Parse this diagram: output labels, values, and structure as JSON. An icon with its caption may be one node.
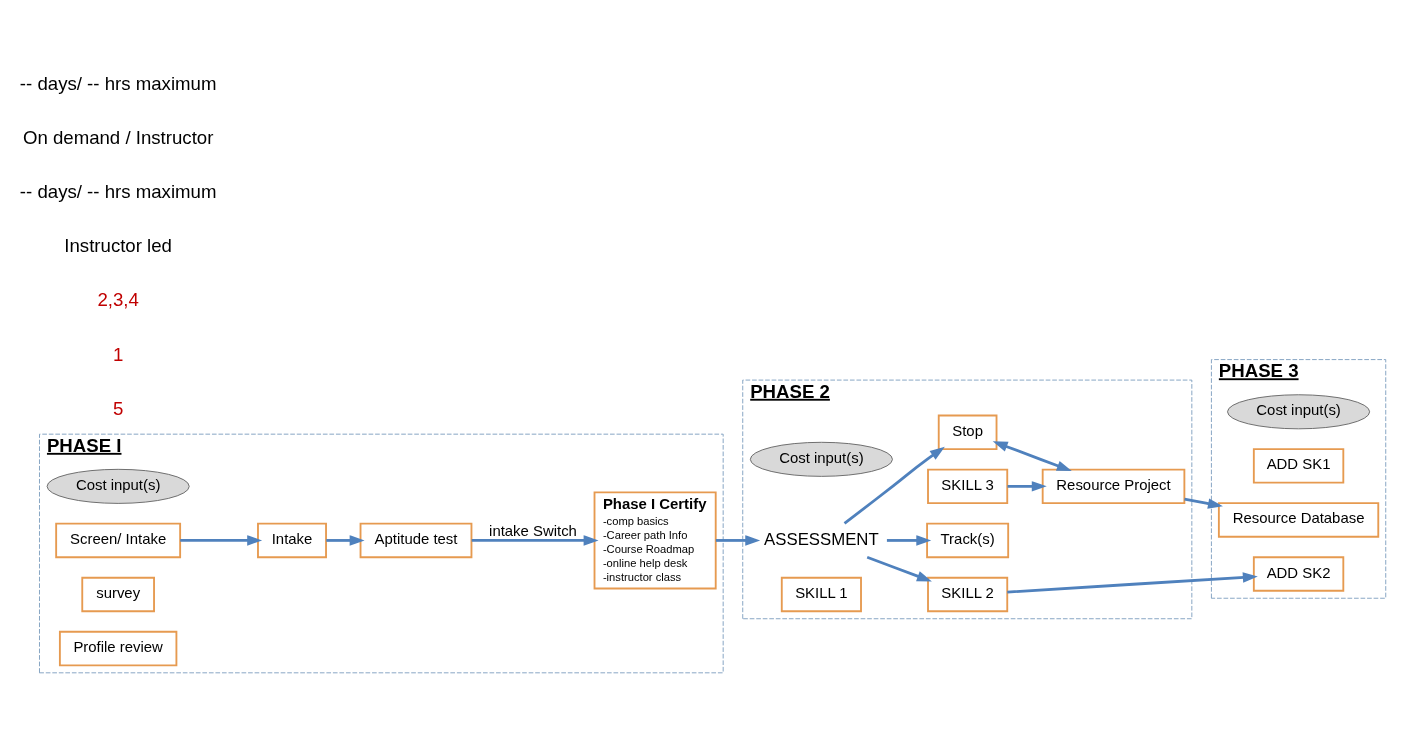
{
  "diagram": {
    "nodes": [
      {
        "text": [
          "PHASE I"
        ]
      },
      {
        "text": [
          "Cost input(s)"
        ],
        "in": 0
      },
      {
        "text": [
          "Screen/ Intake"
        ],
        "in": 0
      },
      {
        "text": [
          "Intake"
        ],
        "in": 0
      },
      {
        "text": [
          "survey"
        ],
        "in": 0
      },
      {
        "text": [
          "Aptitude test"
        ],
        "in": 0
      },
      {
        "text": [
          "Profile review"
        ],
        "in": 0
      },
      {
        "text": [
          "Phase I Certify",
          "-comp basics",
          "-Career path Info",
          "-Course Roadmap",
          "-online help desk",
          "-instructor class"
        ],
        "in": 0
      },
      {
        "text": [
          "PHASE 2"
        ]
      },
      {
        "text": [
          "Cost input(s)"
        ],
        "in": 8
      },
      {
        "text": [
          "Track(s)"
        ],
        "in": 8
      },
      {
        "text": [
          "ASSESSMENT"
        ],
        "in": 8
      },
      {
        "text": [
          "Stop"
        ],
        "in": 8
      },
      {
        "text": [
          "SKILL 1"
        ],
        "in": 8
      },
      {
        "text": [
          "SKILL 2"
        ],
        "in": 8
      },
      {
        "text": [
          "SKILL 3"
        ],
        "in": 8
      },
      {
        "text": [
          "Resource Project"
        ],
        "in": 8
      },
      {
        "text": [
          "PHASE 3"
        ]
      },
      {
        "text": [
          "Cost input(s)"
        ],
        "in": 17
      },
      {
        "text": [
          "ADD SK1"
        ],
        "in": 17
      },
      {
        "text": [
          "ADD SK2"
        ],
        "in": 17
      },
      {
        "text": [
          "Resource Database"
        ],
        "in": 17
      }
    ],
    "edges": [
      {
        "from": 2,
        "to": 3,
        "arrow": "to"
      },
      {
        "from": 3,
        "to": 5,
        "arrow": "to"
      },
      {
        "from": 5,
        "to": 7,
        "arrow": "to",
        "label": "intake Switch"
      },
      {
        "from": 7,
        "to": 11,
        "arrow": "to"
      },
      {
        "from": 11,
        "to": 10,
        "arrow": "to"
      },
      {
        "from": 11,
        "to": 12,
        "arrow": "to"
      },
      {
        "from": 11,
        "to": 14,
        "arrow": "to"
      },
      {
        "from": 14,
        "to": 20,
        "arrow": "to"
      },
      {
        "from": 15,
        "to": 16,
        "arrow": "to"
      },
      {
        "from": 12,
        "to": 16,
        "arrow": "both"
      },
      {
        "from": 16,
        "to": 21,
        "arrow": "to"
      }
    ],
    "labels": [
      "5",
      "1",
      "2,3,4",
      "Instructor led",
      "-- days/ -- hrs maximum",
      "On demand / Instructor",
      "-- days/ -- hrs maximum"
    ]
  }
}
